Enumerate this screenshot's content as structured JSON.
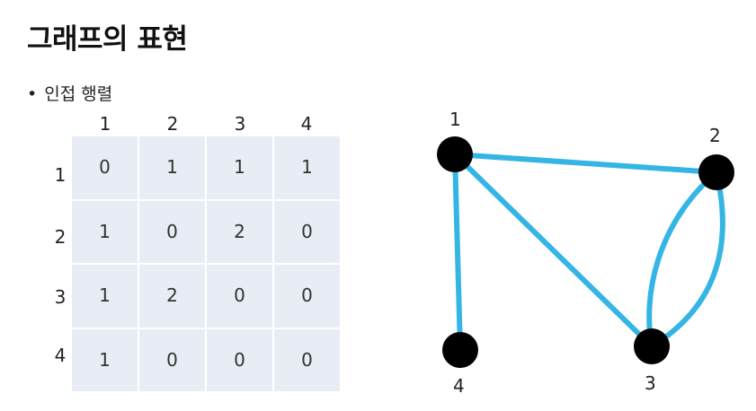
{
  "title": "그래프의 표현",
  "bullet": {
    "marker": "•",
    "text": "인접 행렬"
  },
  "matrix": {
    "col_labels": [
      "1",
      "2",
      "3",
      "4"
    ],
    "row_labels": [
      "1",
      "2",
      "3",
      "4"
    ],
    "rows": [
      [
        "0",
        "1",
        "1",
        "1"
      ],
      [
        "1",
        "0",
        "2",
        "0"
      ],
      [
        "1",
        "2",
        "0",
        "0"
      ],
      [
        "1",
        "0",
        "0",
        "0"
      ]
    ]
  },
  "graph": {
    "nodes": [
      "1",
      "2",
      "3",
      "4"
    ],
    "edges": [
      {
        "from": "1",
        "to": "2"
      },
      {
        "from": "1",
        "to": "3"
      },
      {
        "from": "1",
        "to": "4"
      },
      {
        "from": "2",
        "to": "3"
      },
      {
        "from": "2",
        "to": "3"
      }
    ],
    "edge_color": "#35b5e5",
    "node_color": "#000000"
  }
}
